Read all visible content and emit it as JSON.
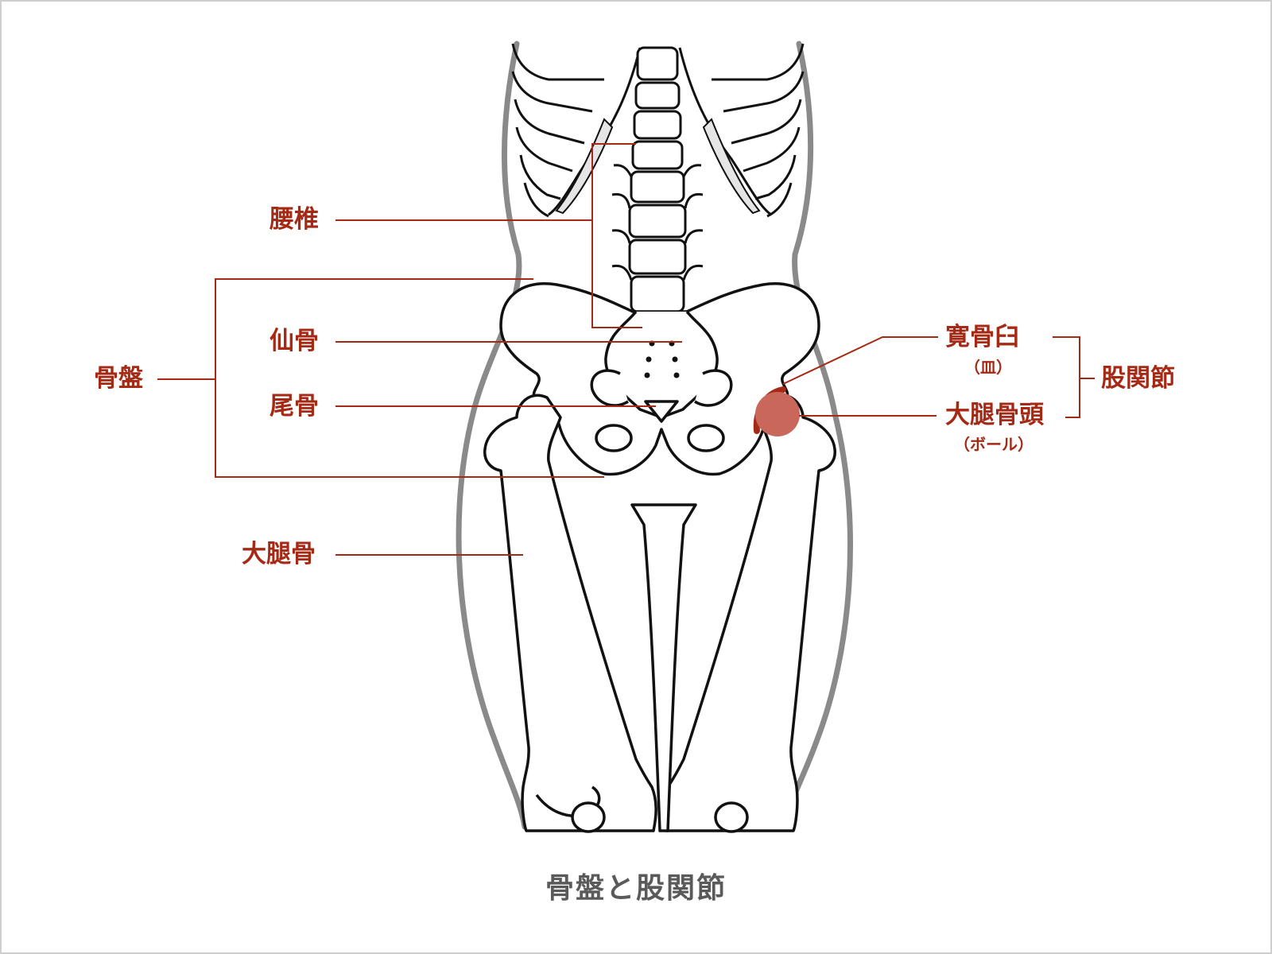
{
  "labels": {
    "lumbar": "腰椎",
    "pelvis": "骨盤",
    "sacrum": "仙骨",
    "coccyx": "尾骨",
    "femur": "大腿骨",
    "acetabulum": "寛骨臼",
    "acetabulum_note": "（皿）",
    "femoral_head": "大腿骨頭",
    "femoral_head_note": "（ボール）",
    "hip_joint": "股関節"
  },
  "caption": "骨盤と股関節",
  "colors": {
    "label": "#a52a16",
    "leader": "#a52a16",
    "highlight": "#c9685a",
    "bone_outline": "#111111",
    "body_outline": "#8a8a8a",
    "caption": "#5a5a5a",
    "frame": "#cfcfcf"
  }
}
